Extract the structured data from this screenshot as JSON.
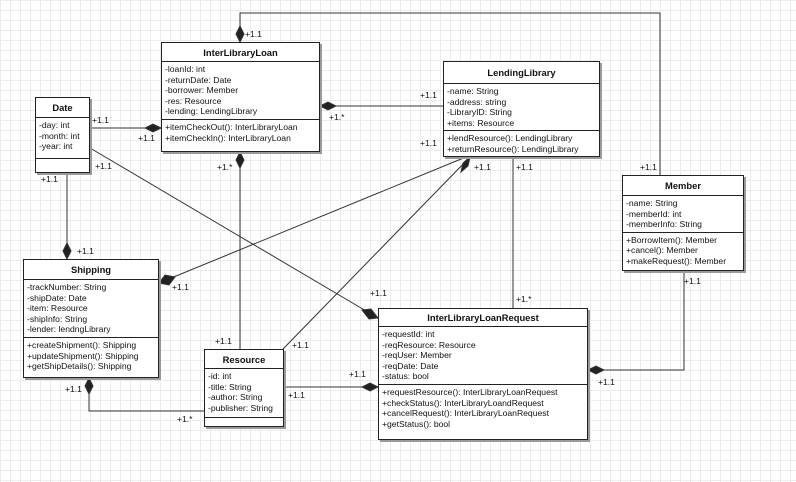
{
  "classes": {
    "inter_library_loan": {
      "name": "InterLibraryLoan",
      "attributes": [
        "-loanId: int",
        "-returnDate: Date",
        "-borrower: Member",
        "-res: Resource",
        "-lending: LendingLibrary"
      ],
      "methods": [
        "+itemCheckOut(): InterLibraryLoan",
        "+itemCheckIn(): InterLibraryLoan"
      ]
    },
    "lending_library": {
      "name": "LendingLibrary",
      "attributes": [
        "-name: String",
        "-address: string",
        "-LibraryID: String",
        "+items: Resource"
      ],
      "methods": [
        "+lendResource(): LendingLibrary",
        "+returnResource(): LendingLibrary"
      ]
    },
    "date": {
      "name": "Date",
      "attributes": [
        "-day: int",
        "-month: int",
        "-year: int"
      ],
      "methods": []
    },
    "member": {
      "name": "Member",
      "attributes": [
        "-name: String",
        "-memberId: int",
        "-memberInfo: String"
      ],
      "methods": [
        "+BorrowItem(): Member",
        "+cancel(): Member",
        "+makeRequest(): Member"
      ]
    },
    "shipping": {
      "name": "Shipping",
      "attributes": [
        "-trackNumber: String",
        "-shipDate: Date",
        "-item: Resource",
        "-shipInfo: String",
        "-lender: lendngLibrary"
      ],
      "methods": [
        "+createShipment(): Shipping",
        "+updateShipment(): Shipping",
        "+getShipDetails(): Shipping"
      ]
    },
    "resource": {
      "name": "Resource",
      "attributes": [
        "-id: int",
        "-title: String",
        "-author: String",
        "-publisher: String"
      ],
      "methods": []
    },
    "inter_library_loan_request": {
      "name": "InterLibraryLoanRequest",
      "attributes": [
        "-requestId: int",
        "-reqResource: Resource",
        "-reqUser: Member",
        "-reqDate: Date",
        "-status: bool"
      ],
      "methods": [
        "+requestResource(): InterLibraryLoanRequest",
        "+checkStatus(): InterLibraryLoandRequest",
        "+cancelRequest(): InterLibraryLoanRequest",
        "+getStatus(): bool"
      ]
    }
  },
  "multiplicities": {
    "m01": "+1.1",
    "m02": "+1.1",
    "m03": "+1.1",
    "m04": "+1.1",
    "m05": "+1.*",
    "m06": "+1.1",
    "m07": "+1.1",
    "m08": "+1.*",
    "m09": "+1.1",
    "m10": "+1.1",
    "m11": "+1.1",
    "m12": "+1.1",
    "m13": "+1.1",
    "m14": "+1.1",
    "m15": "+1.*",
    "m16": "+1.1",
    "m17": "+1.1",
    "m18": "+1.1",
    "m19": "+1.1",
    "m20": "+1.1",
    "m21": "+1.*",
    "m22": "+1.1",
    "m23": "+1.1",
    "m24": "+1.1"
  },
  "line_color": "#333333"
}
